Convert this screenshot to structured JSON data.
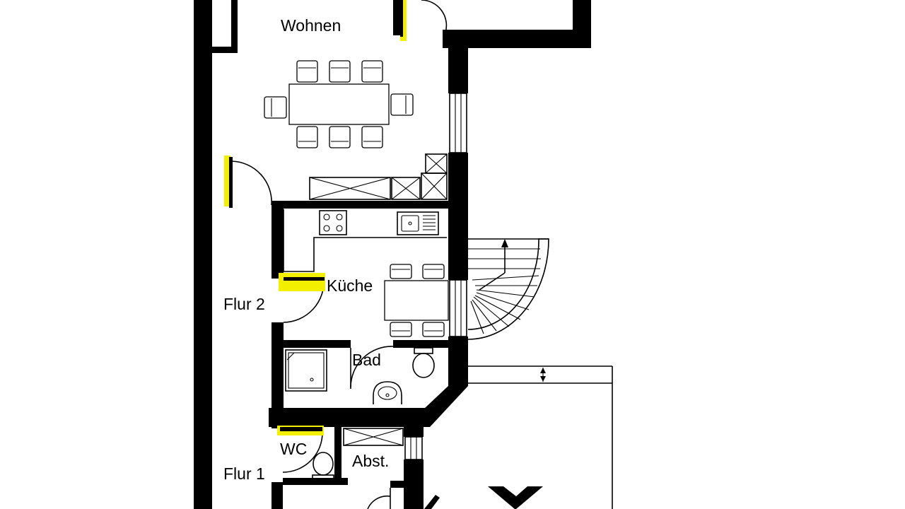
{
  "rooms": {
    "wohnen": "Wohnen",
    "kueche": "Küche",
    "flur2": "Flur 2",
    "bad": "Bad",
    "wc": "WC",
    "abst": "Abst.",
    "flur1": "Flur 1"
  },
  "colors": {
    "wall": "#000000",
    "door_marker": "#f2f000",
    "background": "#ffffff"
  }
}
